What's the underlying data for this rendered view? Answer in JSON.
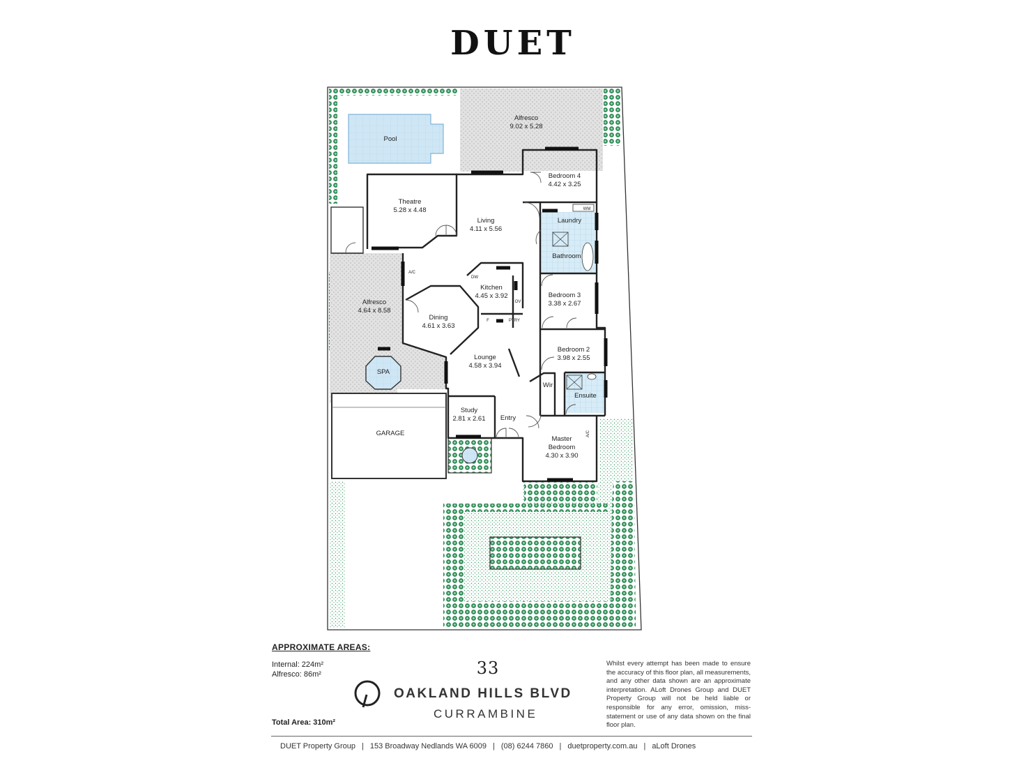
{
  "brand": "DUET",
  "rooms": {
    "pool": {
      "name": "Pool"
    },
    "alfresco_rear": {
      "name": "Alfresco",
      "size": "9.02 x 5.28"
    },
    "bedroom4": {
      "name": "Bedroom 4",
      "size": "4.42 x 3.25"
    },
    "theatre": {
      "name": "Theatre",
      "size": "5.28 x 4.48"
    },
    "living": {
      "name": "Living",
      "size": "4.11 x 5.56"
    },
    "laundry": {
      "name": "Laundry"
    },
    "bathroom": {
      "name": "Bathroom"
    },
    "alfresco_side": {
      "name": "Alfresco",
      "size": "4.64 x 8.58"
    },
    "kitchen": {
      "name": "Kitchen",
      "size": "4.45 x 3.92"
    },
    "bedroom3": {
      "name": "Bedroom 3",
      "size": "3.38 x 2.67"
    },
    "dining": {
      "name": "Dining",
      "size": "4.61 x 3.63"
    },
    "lounge": {
      "name": "Lounge",
      "size": "4.58 x 3.94"
    },
    "bedroom2": {
      "name": "Bedroom 2",
      "size": "3.98 x 2.55"
    },
    "spa": {
      "name": "SPA"
    },
    "wir": {
      "name": "Wir"
    },
    "ensuite": {
      "name": "Ensuite"
    },
    "study": {
      "name": "Study",
      "size": "2.81 x 2.61"
    },
    "entry": {
      "name": "Entry"
    },
    "garage": {
      "name": "GARAGE"
    },
    "master": {
      "name_line1": "Master",
      "name_line2": "Bedroom",
      "size": "4.30 x 3.90"
    }
  },
  "fixtures": {
    "wm": "WM",
    "ac1": "A/C",
    "ac2": "A/C",
    "dw": "DW",
    "ov": "OV",
    "f": "F",
    "ptry": "PTRY"
  },
  "areas": {
    "heading": "APPROXIMATE AREAS:",
    "internal": "Internal: 224m²",
    "alfresco": "Alfresco: 86m²",
    "total": "Total Area: 310m²"
  },
  "address": {
    "number": "33",
    "street": "OAKLAND HILLS BLVD",
    "suburb": "CURRAMBINE"
  },
  "disclaimer": "Whilst every attempt has been made to ensure the accuracy of this floor plan, all measurements, and any other data shown are an approximate interpretation. ALoft Drones Group and DUET Property Group will not be held liable or responsible for any error, omission, miss-statement or use of any data shown on the final floor plan.",
  "footer": {
    "company": "DUET Property Group",
    "address": "153 Broadway Nedlands WA 6009",
    "phone": "(08) 6244 7860",
    "web": "duetproperty.com.au",
    "credit": "aLoft Drones"
  },
  "colors": {
    "hedge": "#2e8b57",
    "water": "#cfe6f5",
    "paving": "#dcdcdc",
    "wall": "#222222"
  }
}
